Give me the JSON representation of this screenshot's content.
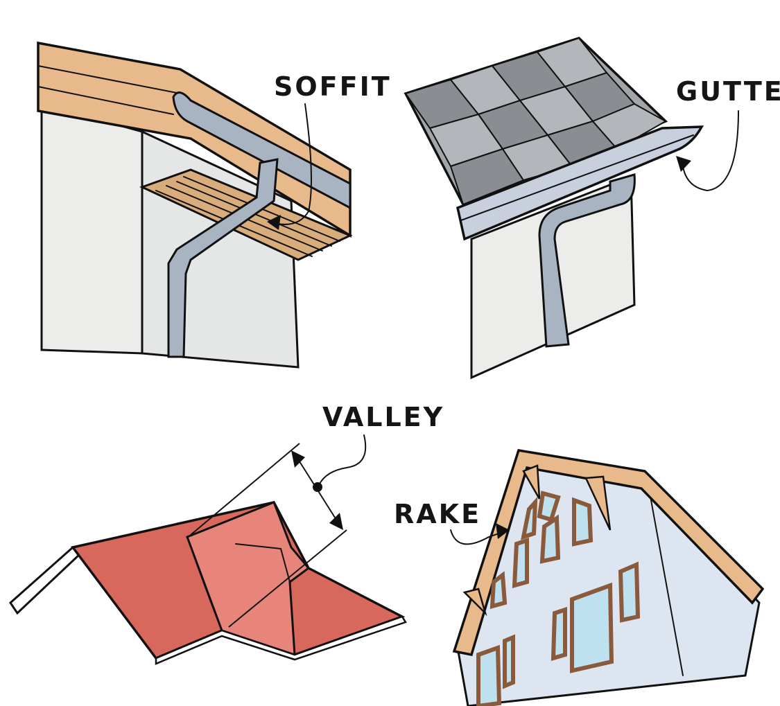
{
  "labels": {
    "soffit": "SOFFIT",
    "gutter": "GUTTER",
    "valley": "VALLEY",
    "rake": "RAKE"
  },
  "colors": {
    "wood": "#e8b98a",
    "wood_dark": "#c9955f",
    "metal": "#a9b4c2",
    "metal_light": "#c7d0dc",
    "shingle_dark": "#8a8d92",
    "shingle_light": "#b3b6ba",
    "roof_red": "#d9685c",
    "roof_red_light": "#e8857a",
    "wall": "#e6e9ea",
    "siding": "#dde6f0",
    "glass": "#bfe0ee",
    "trim": "#8a5a3c"
  },
  "icons": {
    "arrow": "arrow-icon"
  }
}
